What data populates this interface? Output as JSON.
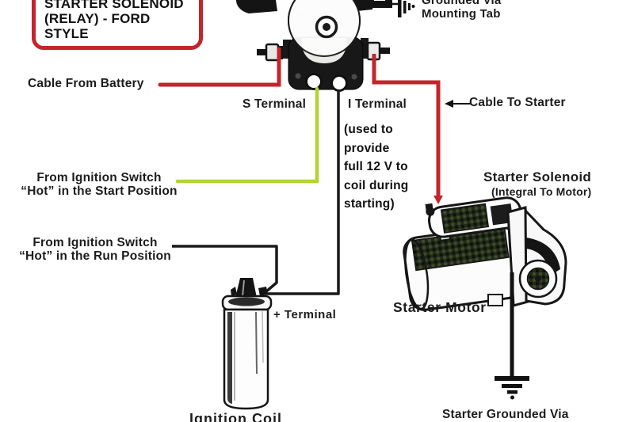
{
  "colors": {
    "red": "#c4242b",
    "green": "#b3d335",
    "wire_black": "#1a1a1a",
    "text": "#1c1c1c"
  },
  "title_box": {
    "line1": "STARTER SOLENOID",
    "line2": "(RELAY) - FORD",
    "line3": "STYLE"
  },
  "labels": {
    "cable_from_battery": "Cable From Battery",
    "s_terminal": "S Terminal",
    "i_terminal": "I Terminal",
    "grounded_via_mounting_tab": "Grounded Via\nMounting Tab",
    "cable_to_starter": "Cable To Starter",
    "i_terminal_note": "(used to\nprovide\nfull 12 V to\ncoil during\nstarting)",
    "ignition_switch_start": "From Ignition Switch\n“Hot” in the Start Position",
    "ignition_switch_run": "From Ignition Switch\n“Hot” in the Run Position",
    "starter_solenoid": "Starter Solenoid",
    "integral_to_motor": "(Integral To Motor)",
    "starter_motor": "Starter Motor",
    "plus_terminal": "+ Terminal",
    "ignition_coil": "Ignition Coil",
    "starter_grounded_via": "Starter Grounded Via"
  }
}
